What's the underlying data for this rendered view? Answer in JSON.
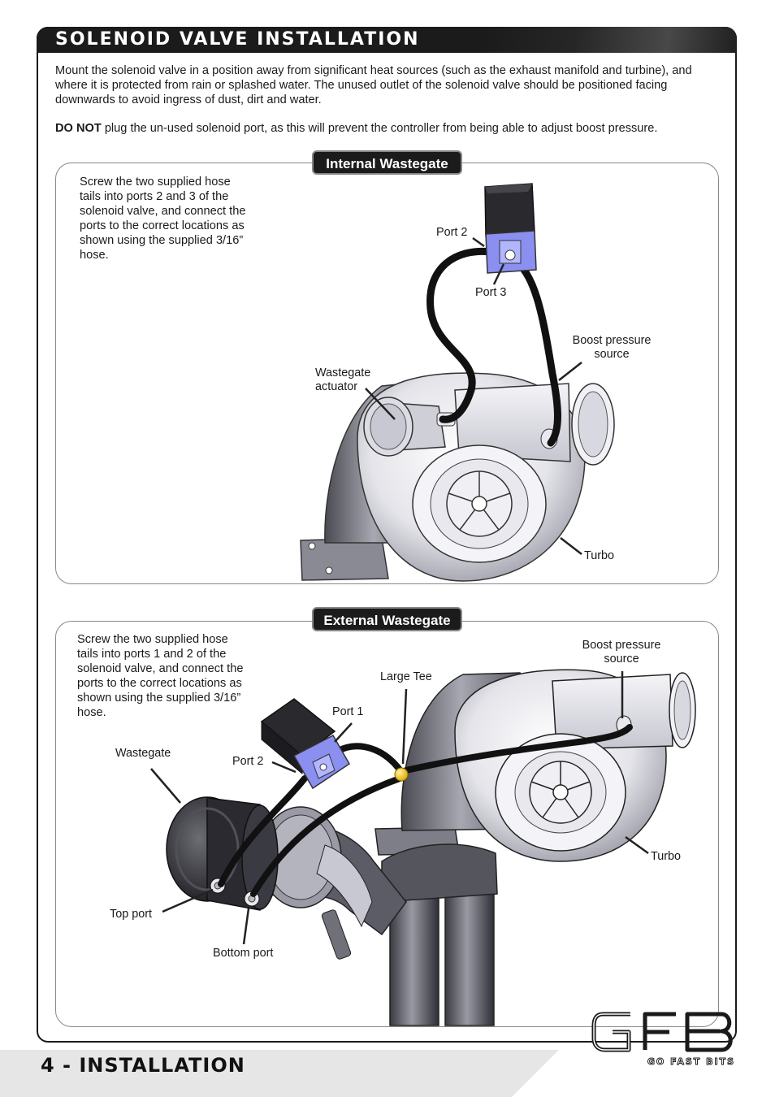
{
  "header": {
    "title": "Solenoid Valve Installation"
  },
  "intro": {
    "paragraph1": "Mount the solenoid valve in a position away from significant heat sources (such as the exhaust manifold and turbine), and where it is protected from rain or splashed water. The unused outlet of the solenoid valve should be positioned facing downwards to avoid ingress of dust, dirt and water.",
    "warning_bold": "DO NOT",
    "warning_rest": " plug the un-used solenoid port, as this will prevent the controller from being able to adjust boost pressure."
  },
  "internal": {
    "tag": "Internal Wastegate",
    "description": "Screw the two supplied hose tails into ports 2 and 3 of the solenoid valve, and connect the ports to the correct locations as shown using the supplied 3/16” hose.",
    "labels": {
      "port2": "Port 2",
      "port3": "Port 3",
      "boost_line1": "Boost pressure",
      "boost_line2": "source",
      "actuator_line1": "Wastegate",
      "actuator_line2": "actuator",
      "turbo": "Turbo"
    }
  },
  "external": {
    "tag": "External Wastegate",
    "description": "Screw the two supplied hose tails into ports 1 and 2 of the solenoid valve, and connect the ports to the correct locations as shown using the supplied 3/16” hose.",
    "labels": {
      "boost_line1": "Boost pressure",
      "boost_line2": "source",
      "large_tee": "Large Tee",
      "port1": "Port 1",
      "port2": "Port 2",
      "wastegate": "Wastegate",
      "turbo": "Turbo",
      "top_port": "Top port",
      "bottom_port": "Bottom port"
    }
  },
  "footer": {
    "section": "4 - Installation",
    "logo_text": "GFB",
    "logo_tagline": "Go Fast Bits"
  },
  "colors": {
    "title_bar": "#1b1b1b",
    "solenoid_blue": "#8a8ff0",
    "hose": "#111111",
    "tee_yellow": "#f2c014"
  }
}
